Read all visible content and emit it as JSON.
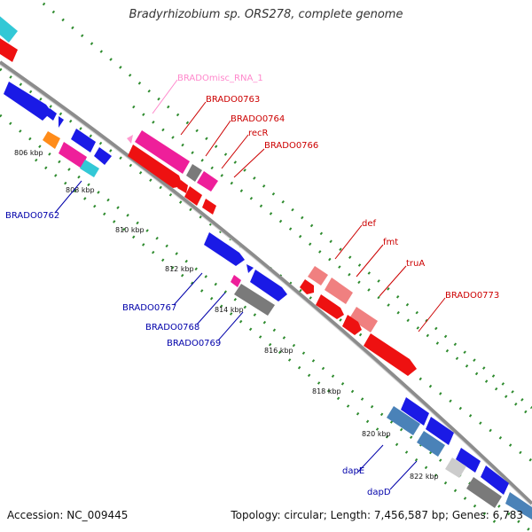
{
  "title": "Bradyrhizobium sp. ORS278, complete genome",
  "footer": {
    "accession": "Accession: NC_009445",
    "summary": "Topology: circular; Length: 7,456,587 bp; Genes: 6,783"
  },
  "ticks": [
    "806 kbp",
    "808 kbp",
    "810 kbp",
    "812 kbp",
    "814 kbp",
    "816 kbp",
    "818 kbp",
    "820 kbp",
    "822 kbp"
  ],
  "labels": {
    "misc_rna": "BRADOmisc_RNA_1",
    "brado0763": "BRADO0763",
    "brado0764": "BRADO0764",
    "recR": "recR",
    "brado0766": "BRADO0766",
    "def": "def",
    "fmt": "fmt",
    "truA": "truA",
    "brado0773": "BRADO0773",
    "brado0762": "BRADO0762",
    "brado0767": "BRADO0767",
    "brado0768": "BRADO0768",
    "brado0769": "BRADO0769",
    "dapE": "dapE",
    "dapD": "dapD"
  },
  "colors": {
    "backbone": "#8c8c8c",
    "tick_green": "#2e8b2e",
    "red": "#ee1111",
    "light_red": "#f08080",
    "magenta": "#ee1f9a",
    "blue": "#1a1ae6",
    "steel": "#4a82b8",
    "cyan": "#33c8d6",
    "gray": "#7a7a7a",
    "orange": "#ff8c1a",
    "pink": "#ff9ad0",
    "label_red": "#cc0000",
    "label_blue": "#0000aa",
    "label_pink": "#ff88cc"
  }
}
